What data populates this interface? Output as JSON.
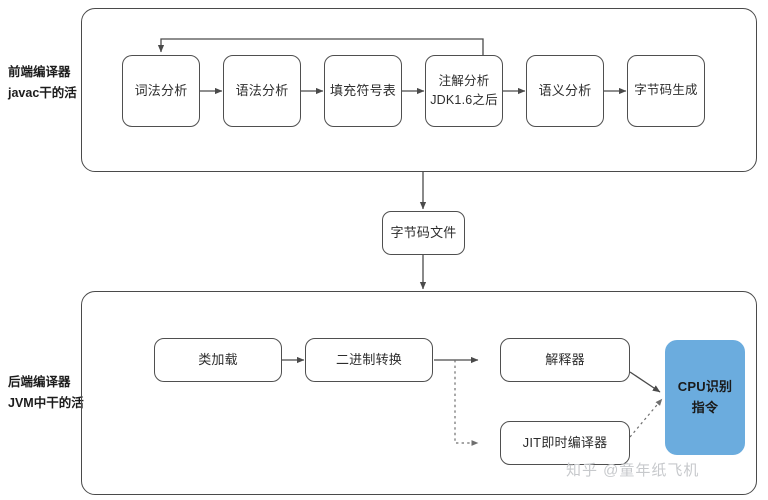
{
  "diagram": {
    "title": "Java compilation pipeline",
    "watermark": "知乎 @童年纸飞机",
    "accent_color": "#6BACDE",
    "line_color": "#4a4a4a",
    "frontend": {
      "label_line1": "前端编译器",
      "label_line2": "javac干的活",
      "steps": [
        {
          "line1": "词法分析",
          "line2": ""
        },
        {
          "line1": "语法分析",
          "line2": ""
        },
        {
          "line1": "填充符号表",
          "line2": ""
        },
        {
          "line1": "注解分析",
          "line2": "JDK1.6之后"
        },
        {
          "line1": "语义分析",
          "line2": ""
        },
        {
          "line1": "字节码生成",
          "line2": ""
        }
      ]
    },
    "middle": {
      "node": "字节码文件"
    },
    "backend": {
      "label_line1": "后端编译器",
      "label_line2": "JVM中干的活",
      "steps": [
        {
          "line1": "类加载",
          "line2": ""
        },
        {
          "line1": "二进制转换",
          "line2": ""
        },
        {
          "line1": "解释器",
          "line2": ""
        },
        {
          "line1": "JIT即时编译器",
          "line2": ""
        }
      ],
      "output": {
        "line1": "CPU识别",
        "line2": "指令"
      }
    }
  }
}
